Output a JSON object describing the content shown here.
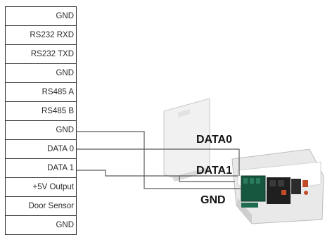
{
  "terminal_pins": [
    "GND",
    "RS232 RXD",
    "RS232 TXD",
    "GND",
    "RS485 A",
    "RS485 B",
    "GND",
    "DATA 0",
    "DATA 1",
    "+5V Output",
    "Door Sensor",
    "GND"
  ],
  "wire_labels": {
    "data0": "DATA0",
    "data1": "DATA1",
    "gnd": "GND"
  },
  "colors": {
    "table_border": "#2f2f2f",
    "wire": "#5a5a5a",
    "label_text": "#141414"
  }
}
